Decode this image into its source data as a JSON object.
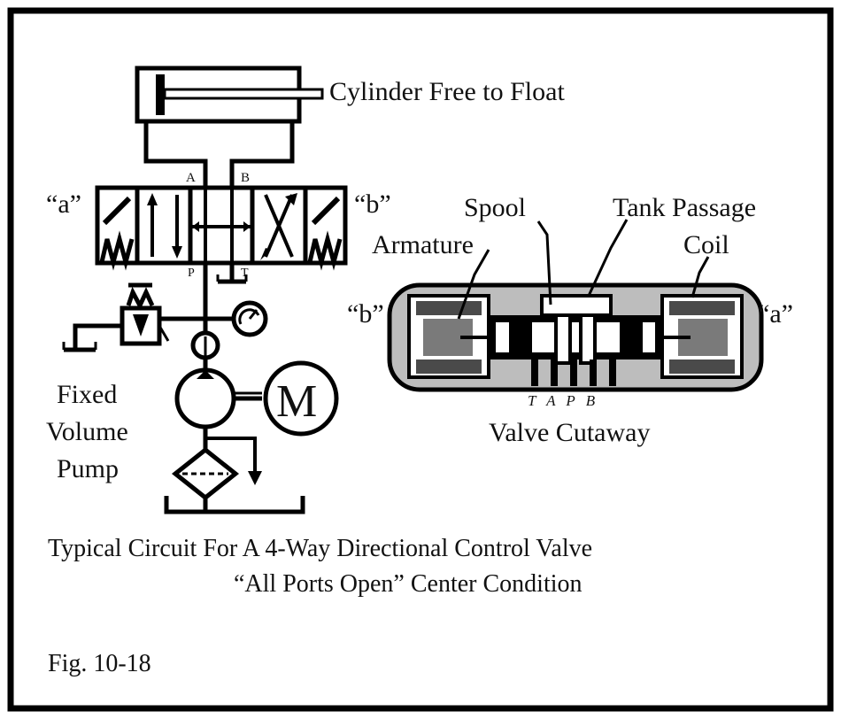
{
  "labels": {
    "cylinder": "Cylinder Free to Float",
    "port_a": "A",
    "port_b": "B",
    "port_p": "P",
    "port_t": "T",
    "sol_a_left": "“a”",
    "sol_b_right": "“b”",
    "spool": "Spool",
    "tank_passage": "Tank Passage",
    "armature": "Armature",
    "coil": "Coil",
    "cut_b": "“b”",
    "cut_a": "“a”",
    "cut_ports": "T A P B",
    "valve_cutaway": "Valve Cutaway",
    "pump_line1": "Fixed",
    "pump_line2": "Volume",
    "pump_line3": "Pump",
    "motor": "M",
    "caption_line1": "Typical Circuit For A 4-Way Directional Control Valve",
    "caption_line2": "“All Ports Open” Center Condition",
    "fig": "Fig. 10-18"
  }
}
